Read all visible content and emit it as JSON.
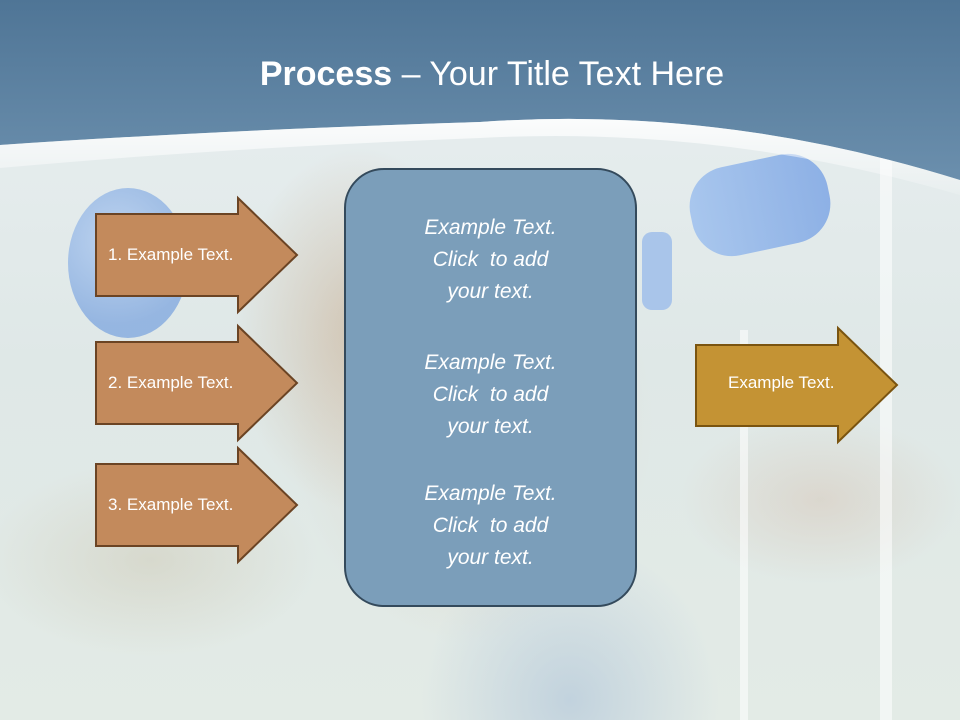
{
  "slide": {
    "title_bold": "Process",
    "title_rest": " – Your Title Text Here",
    "left_arrows": [
      {
        "label": "1. Example Text."
      },
      {
        "label": "2. Example Text."
      },
      {
        "label": "3. Example Text."
      }
    ],
    "right_arrow": {
      "label": "Example Text."
    },
    "panel_blocks": [
      {
        "line1": "Example Text.",
        "line2": "Click  to add",
        "line3": "your text."
      },
      {
        "line1": "Example Text.",
        "line2": "Click  to add",
        "line3": "your text."
      },
      {
        "line1": "Example Text.",
        "line2": "Click  to add",
        "line3": "your text."
      }
    ]
  },
  "colors": {
    "header": "#5a7f9f",
    "left_arrow_fill": "#c38a5c",
    "left_arrow_border": "#6b4424",
    "right_arrow_fill": "#c49334",
    "right_arrow_border": "#7a5410",
    "panel_fill": "#7b9eba",
    "panel_border": "#344a5c"
  }
}
